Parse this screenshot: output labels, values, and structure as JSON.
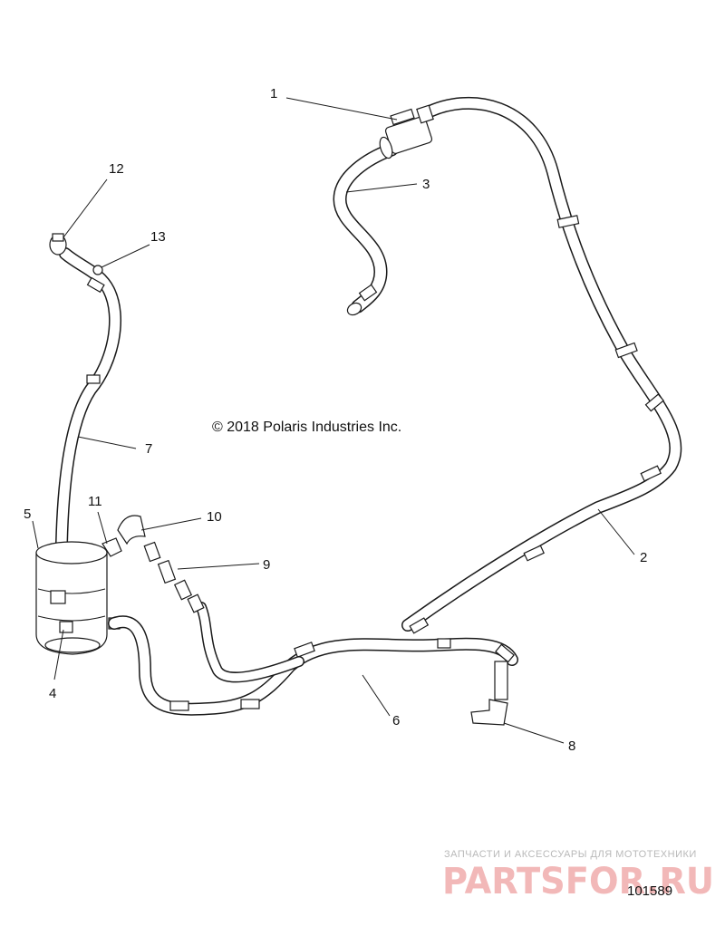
{
  "copyright": "© 2018 Polaris Industries Inc.",
  "drawing_number": "101589",
  "watermark": {
    "top_line": "ЗАПЧАСТИ И АКСЕССУАРЫ ДЛЯ МОТОТЕХНИКИ",
    "logo": "PARTSFOR.RU"
  },
  "callouts": [
    {
      "id": "c1",
      "label": "1"
    },
    {
      "id": "c2",
      "label": "2"
    },
    {
      "id": "c3",
      "label": "3"
    },
    {
      "id": "c4",
      "label": "4"
    },
    {
      "id": "c5",
      "label": "5"
    },
    {
      "id": "c6",
      "label": "6"
    },
    {
      "id": "c7",
      "label": "7"
    },
    {
      "id": "c8",
      "label": "8"
    },
    {
      "id": "c9",
      "label": "9"
    },
    {
      "id": "c10",
      "label": "10"
    },
    {
      "id": "c11",
      "label": "11"
    },
    {
      "id": "c12",
      "label": "12"
    },
    {
      "id": "c13",
      "label": "13"
    }
  ]
}
